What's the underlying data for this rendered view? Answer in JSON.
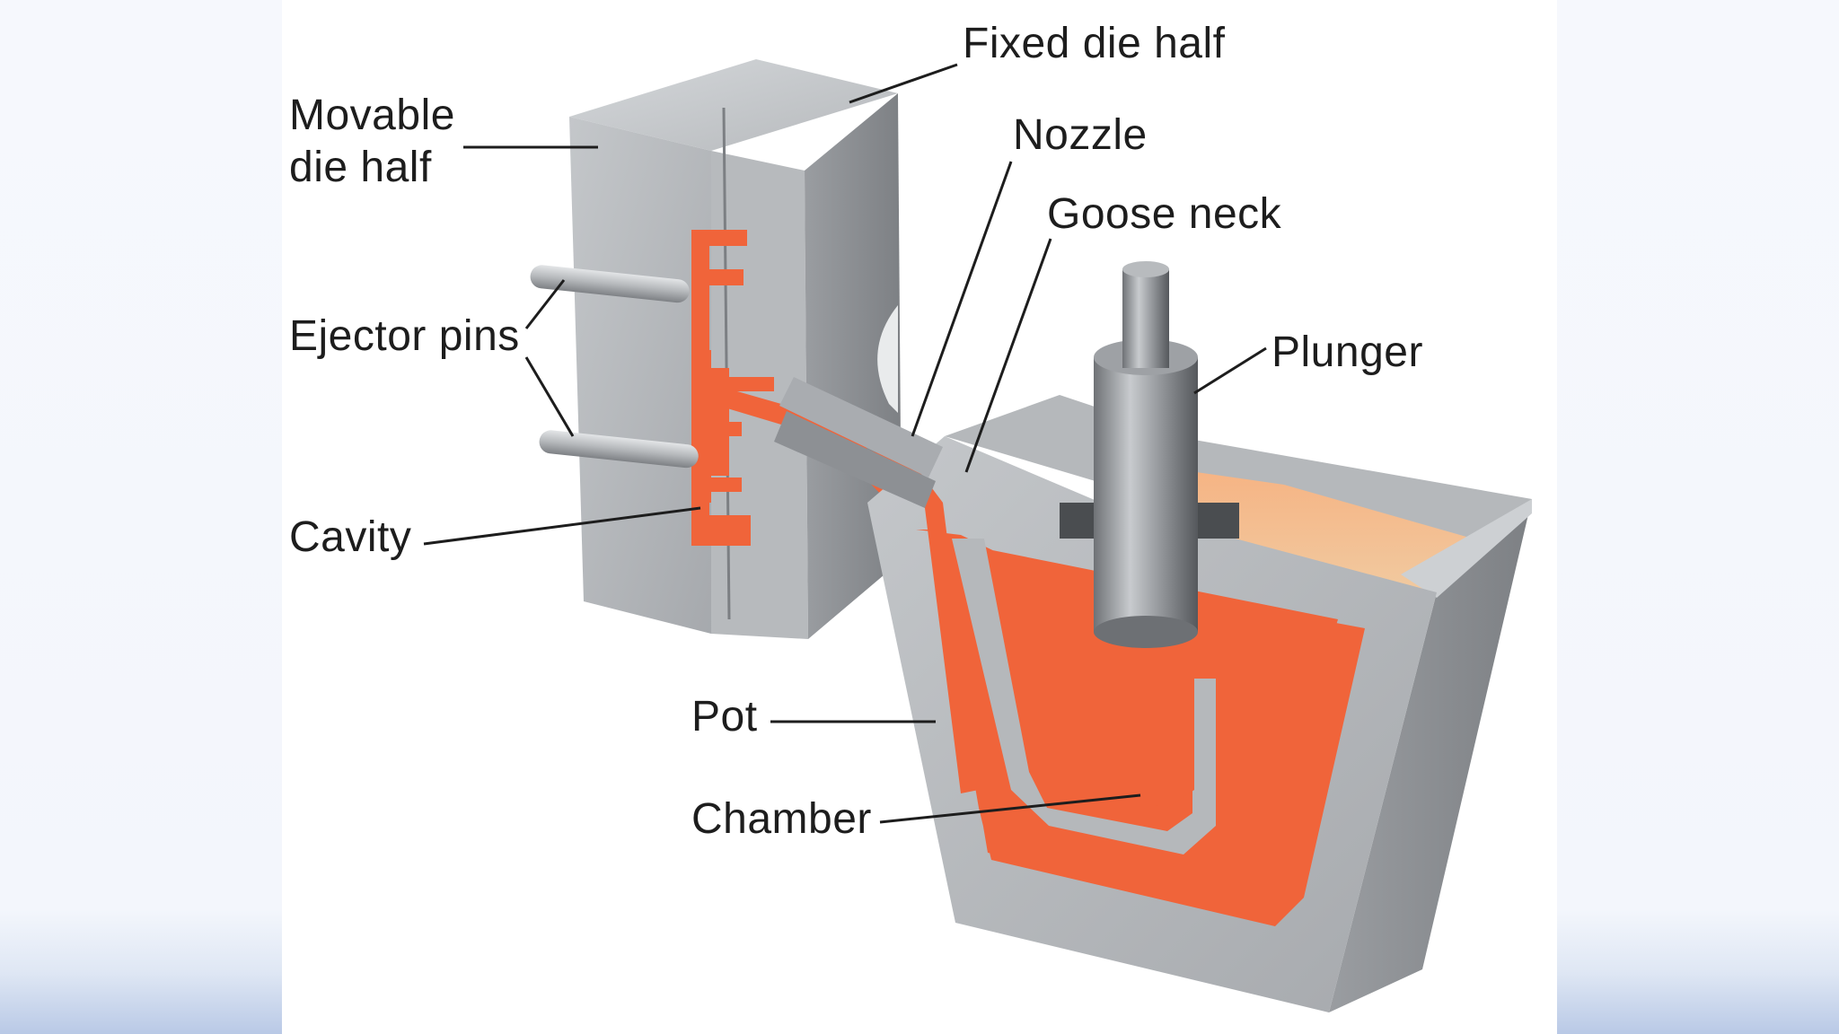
{
  "labels": {
    "fixed_die_half": "Fixed die half",
    "movable_die_half": "Movable\ndie half",
    "nozzle": "Nozzle",
    "goose_neck": "Goose neck",
    "plunger": "Plunger",
    "ejector_pins": "Ejector pins",
    "cavity": "Cavity",
    "pot": "Pot",
    "chamber": "Chamber"
  },
  "colors": {
    "molten_metal": "#f0643a",
    "molten_surface": "#f6b07e",
    "steel_light": "#c9cccf",
    "steel_mid": "#a8abaf",
    "steel_dark": "#85888c",
    "leader_line": "#1d1d1d",
    "side_panel": "#f3f6fc"
  },
  "icons": {
    "plunger": "cylinder-rod",
    "ejector_pin": "steel-rod"
  }
}
